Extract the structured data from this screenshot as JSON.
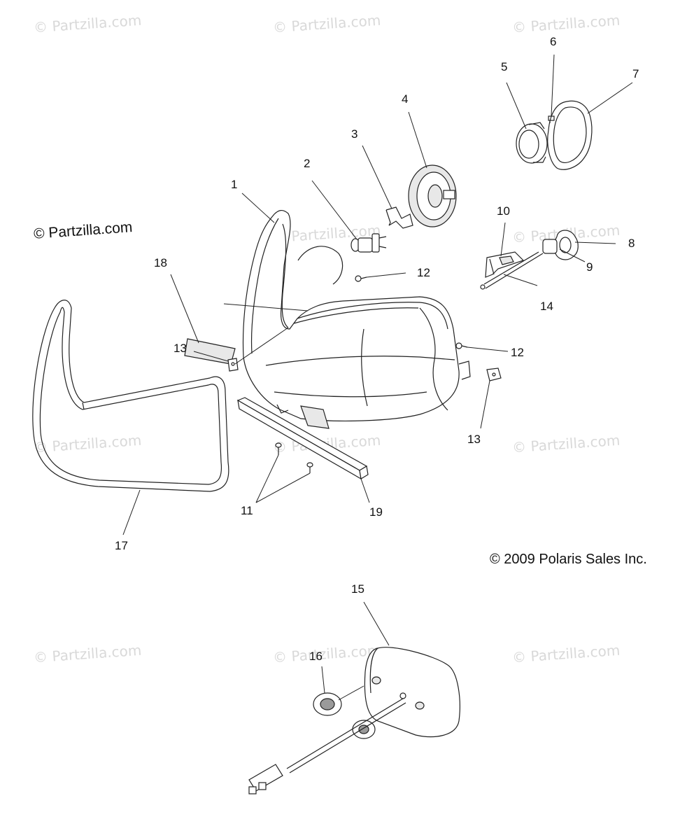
{
  "watermarks": [
    "© Partzilla.com",
    "© Partzilla.com",
    "© Partzilla.com",
    "© Partzilla.com",
    "© Partzilla.com",
    "© Partzilla.com",
    "© Partzilla.com",
    "© Partzilla.com",
    "© Partzilla.com",
    "© Partzilla.com",
    "© Partzilla.com"
  ],
  "brand_watermark": "© Partzilla.com",
  "copyright": "© 2009 Polaris Sales Inc.",
  "callouts": {
    "c1": "1",
    "c2": "2",
    "c3": "3",
    "c4": "4",
    "c5": "5",
    "c6": "6",
    "c7": "7",
    "c8": "8",
    "c9": "9",
    "c10": "10",
    "c11": "11",
    "c12a": "12",
    "c12b": "12",
    "c13a": "13",
    "c13b": "13",
    "c14": "14",
    "c15": "15",
    "c16": "16",
    "c17": "17",
    "c18": "18",
    "c19": "19"
  },
  "colors": {
    "line": "#222222",
    "watermark": "#d9d9d9",
    "text": "#111111"
  }
}
